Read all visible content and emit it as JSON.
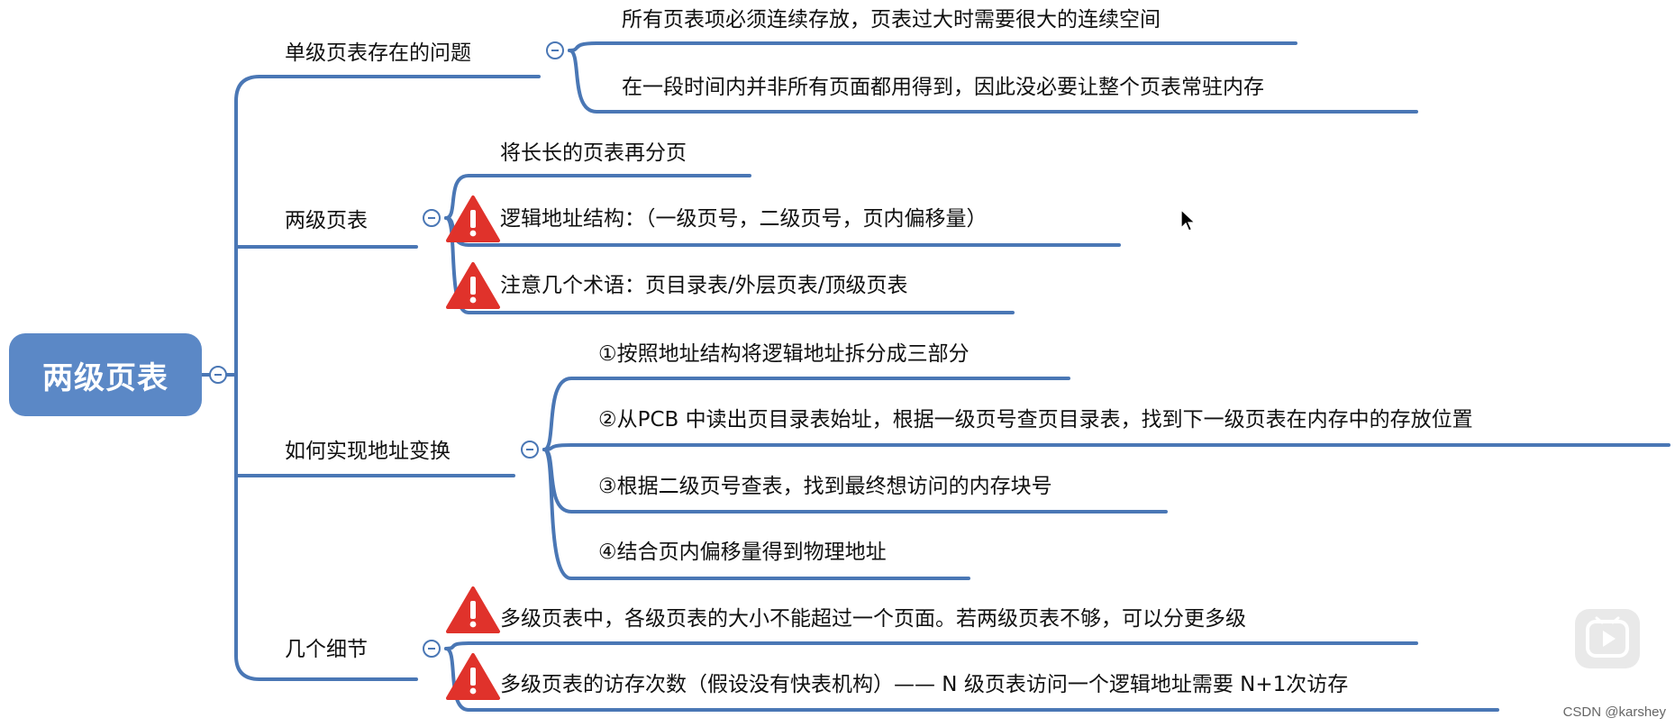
{
  "root": {
    "label": "两级页表"
  },
  "branches": [
    {
      "label": "单级页表存在的问题",
      "children": [
        {
          "text": "所有页表项必须连续存放，页表过大时需要很大的连续空间",
          "warning": false
        },
        {
          "text": "在一段时间内并非所有页面都用得到，因此没必要让整个页表常驻内存",
          "warning": false
        }
      ]
    },
    {
      "label": "两级页表",
      "children": [
        {
          "text": "将长长的页表再分页",
          "warning": false
        },
        {
          "text": "逻辑地址结构：（一级页号，二级页号，页内偏移量）",
          "warning": true
        },
        {
          "text": "注意几个术语：页目录表/外层页表/顶级页表",
          "warning": true
        }
      ]
    },
    {
      "label": "如何实现地址变换",
      "children": [
        {
          "text": "①按照地址结构将逻辑地址拆分成三部分",
          "warning": false
        },
        {
          "text": "②从PCB 中读出页目录表始址，根据一级页号查页目录表，找到下一级页表在内存中的存放位置",
          "warning": false
        },
        {
          "text": "③根据二级页号查表，找到最终想访问的内存块号",
          "warning": false
        },
        {
          "text": "④结合页内偏移量得到物理地址",
          "warning": false
        }
      ]
    },
    {
      "label": "几个细节",
      "children": [
        {
          "text": "多级页表中，各级页表的大小不能超过一个页面。若两级页表不够，可以分更多级",
          "warning": true
        },
        {
          "text": "多级页表的访存次数（假设没有快表机构）—— N 级页表访问一个逻辑地址需要 N+1次访存",
          "warning": true
        }
      ]
    }
  ],
  "watermark": "CSDN @karshey",
  "colors": {
    "line": "#4a77b5",
    "root": "#5b88c6",
    "warning": "#e0322b"
  },
  "icons": {
    "toggle": "collapse-icon",
    "warning": "warning-icon",
    "play": "play-icon",
    "cursor": "cursor-icon"
  }
}
